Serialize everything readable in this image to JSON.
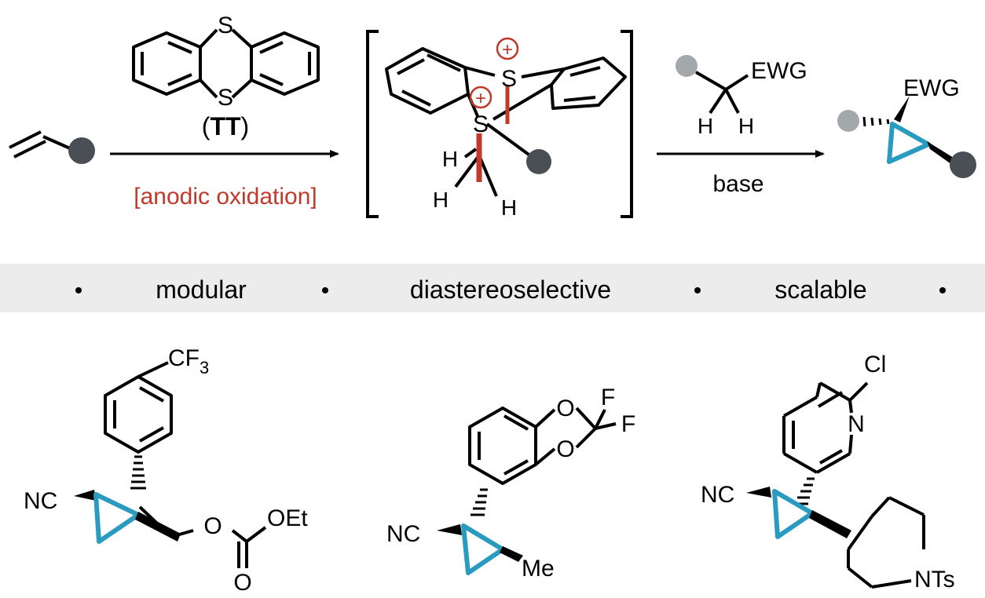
{
  "reaction": {
    "reagent_s1": "S",
    "reagent_s2": "S",
    "reagent_label_open": "(",
    "reagent_label_bold": "TT",
    "reagent_label_close": ")",
    "condition_1": "[anodic oxidation]",
    "intermediate_s_top": "S",
    "intermediate_s_bottom": "S",
    "intermediate_charge": "+",
    "intermediate_h1": "H",
    "intermediate_h2": "H",
    "intermediate_h3": "H",
    "nucleophile_ewg": "EWG",
    "nucleophile_h1": "H",
    "nucleophile_h2": "H",
    "condition_2": "base",
    "product_ewg": "EWG"
  },
  "features": {
    "items": [
      "modular",
      "diastereoselective",
      "scalable"
    ],
    "bullet": "•"
  },
  "examples": {
    "ex1": {
      "cf3": "CF",
      "cf3_sub": "3",
      "nc": "NC",
      "o1": "O",
      "oet": "OEt",
      "o2": "O"
    },
    "ex2": {
      "f1": "F",
      "f2": "F",
      "o1": "O",
      "o2": "O",
      "nc": "NC",
      "me": "Me"
    },
    "ex3": {
      "cl": "Cl",
      "n": "N",
      "nc": "NC",
      "nts": "NTs"
    }
  },
  "colors": {
    "red": "#c0392b",
    "cyclopropane_blue": "#2a9bc0",
    "dark_dot": "#4a4f55",
    "light_dot": "#a3a8aa",
    "banner": "#ececec"
  }
}
